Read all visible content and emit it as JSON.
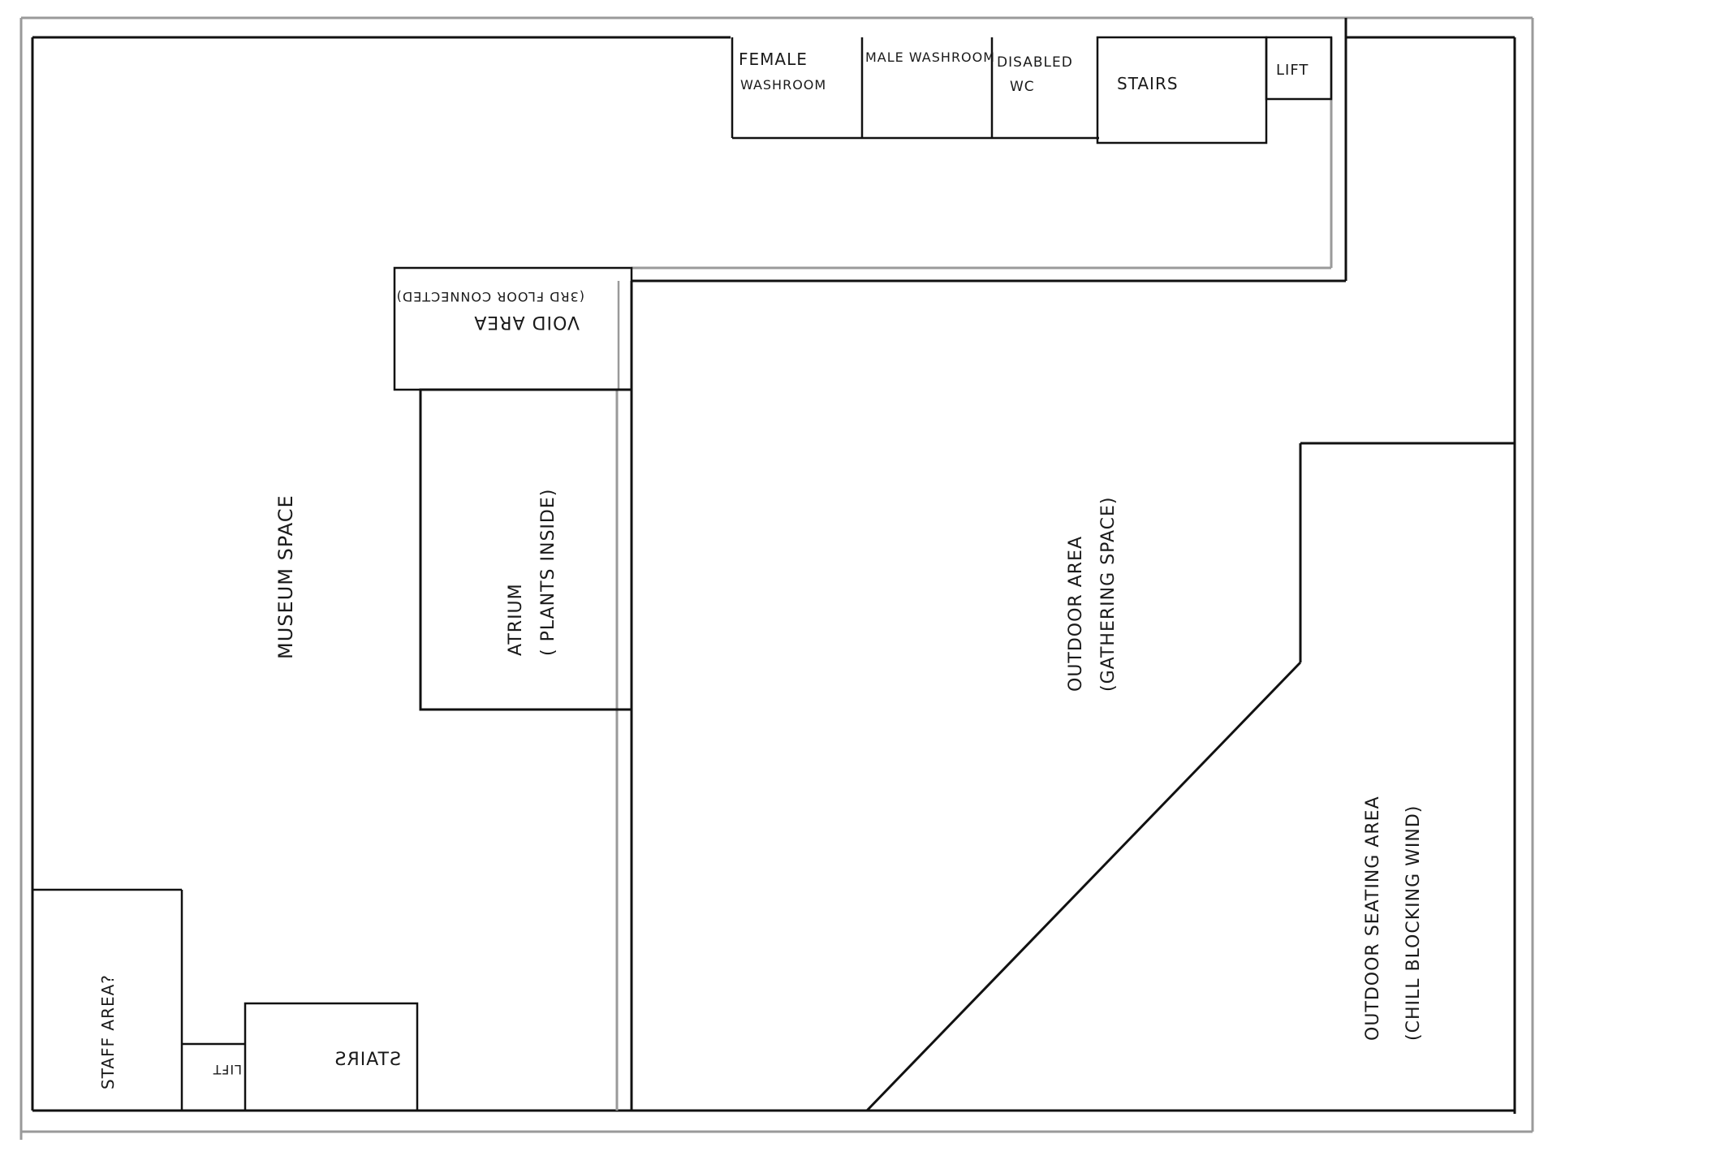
{
  "labels": {
    "female_washroom_line1": "FEMALE",
    "female_washroom_line2": "WASHROOM",
    "male_washroom": "MALE WASHROOM",
    "disabled_wc_line1": "DISABLED",
    "disabled_wc_line2": "WC",
    "stairs_top": "STAIRS",
    "lift_top": "LIFT",
    "void_area_line1": "VOID AREA",
    "void_area_line2": "(3RD FLOOR CONNECTED)",
    "museum_space": "MUSEUM SPACE",
    "atrium_line1": "ATRIUM",
    "atrium_line2": "( PLANTS INSIDE)",
    "outdoor_area_line1": "OUTDOOR AREA",
    "outdoor_area_line2": "(GATHERING SPACE)",
    "outdoor_seating_line1": "OUTDOOR SEATING AREA",
    "outdoor_seating_line2": "(CHILL BLOCKING WIND)",
    "staff_area": "STAFF AREA?",
    "lift_bottom": "LIFT",
    "stairs_bottom": "STAIRS"
  }
}
